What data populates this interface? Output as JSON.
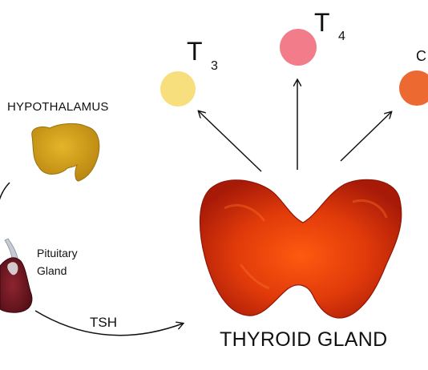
{
  "labels": {
    "hypothalamus": "HYPOTHALAMUS",
    "pituitary_line1": "Pituitary",
    "pituitary_line2": "Gland",
    "tsh": "TSH",
    "thyroid": "THYROID GLAND"
  },
  "hormones": {
    "t3": {
      "letter": "T",
      "subscript": "3",
      "color": "#f7df7e"
    },
    "t4": {
      "letter": "T",
      "subscript": "4",
      "color": "#f37c8a"
    },
    "c": {
      "letter": "C",
      "color": "#ec6a32"
    }
  },
  "colors": {
    "hypothalamus": "#d2a31a",
    "pituitary": "#7b1e25",
    "thyroid": "#e0360e",
    "arrows": "#111111"
  }
}
